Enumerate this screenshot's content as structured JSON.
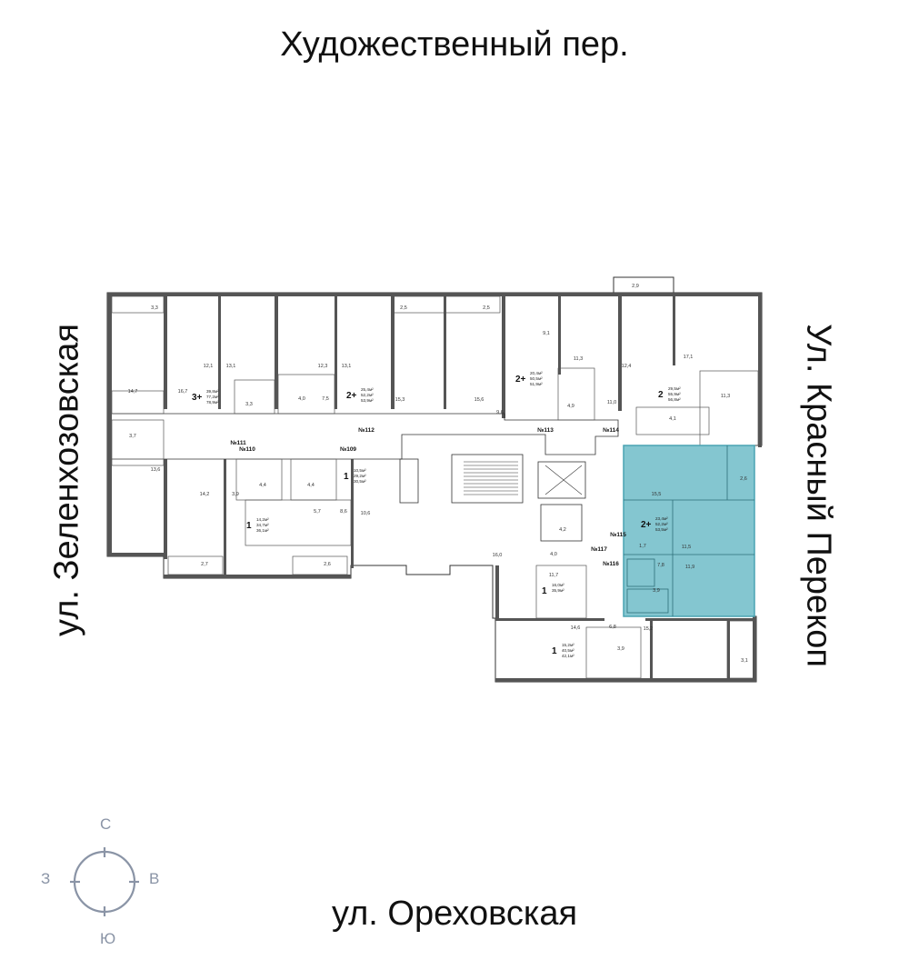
{
  "streets": {
    "top": "Художественный пер.",
    "bottom": "ул. Ореховская",
    "left": "ул. Зеленхозовская",
    "right": "Ул. Красный Перекоп"
  },
  "compass": {
    "n": "С",
    "s": "Ю",
    "w": "З",
    "e": "В"
  },
  "colors": {
    "highlight": "#6fbcc8",
    "highlight_stroke": "#4aa3b2",
    "wall": "#333333",
    "compass": "#8a94a6"
  },
  "corridor_labels": [
    "№111",
    "№110",
    "№112",
    "№109",
    "№113",
    "№114",
    "№115",
    "№116",
    "№117"
  ],
  "room_areas": [
    "3,3",
    "12,1",
    "13,1",
    "14,7",
    "16,7",
    "3,7",
    "13,6",
    "12,3",
    "13,1",
    "3,3",
    "4,0",
    "7,5",
    "2,5",
    "2,5",
    "15,3",
    "15,6",
    "9,1",
    "11,3",
    "4,9",
    "9,6",
    "2,9",
    "17,1",
    "12,4",
    "11,0",
    "11,3",
    "4,1",
    "14,2",
    "3,9",
    "4,4",
    "4,4",
    "5,7",
    "8,6",
    "10,6",
    "2,7",
    "2,6",
    "16,0",
    "4,0",
    "4,2",
    "11,7",
    "14,6",
    "6,8",
    "15,2",
    "3,9",
    "3,1",
    "15,5",
    "2,6",
    "1,7",
    "7,8",
    "11,5",
    "11,9",
    "3,9"
  ],
  "apartments": [
    {
      "rooms": "3+",
      "areas": [
        "39,8м²",
        "77,2м²",
        "78,9м²"
      ]
    },
    {
      "rooms": "2+",
      "areas": [
        "25,4м²",
        "52,2м²",
        "53,9м²"
      ]
    },
    {
      "rooms": "2+",
      "areas": [
        "20,4м²",
        "50,5м²",
        "51,9м²"
      ]
    },
    {
      "rooms": "2",
      "areas": [
        "29,5м²",
        "55,9м²",
        "56,8м²"
      ]
    },
    {
      "rooms": "1",
      "areas": [
        "10,5м²",
        "29,2м²",
        "30,5м²"
      ]
    },
    {
      "rooms": "1",
      "areas": [
        "14,2м²",
        "34,7м²",
        "36,1м²"
      ]
    },
    {
      "rooms": "1",
      "areas": [
        "16,0м²",
        "35,9м²"
      ]
    },
    {
      "rooms": "1",
      "areas": [
        "15,2м²",
        "40,5м²",
        "42,1м²"
      ]
    },
    {
      "rooms": "2+",
      "areas": [
        "23,4м²",
        "52,2м²",
        "53,5м²"
      ]
    }
  ]
}
